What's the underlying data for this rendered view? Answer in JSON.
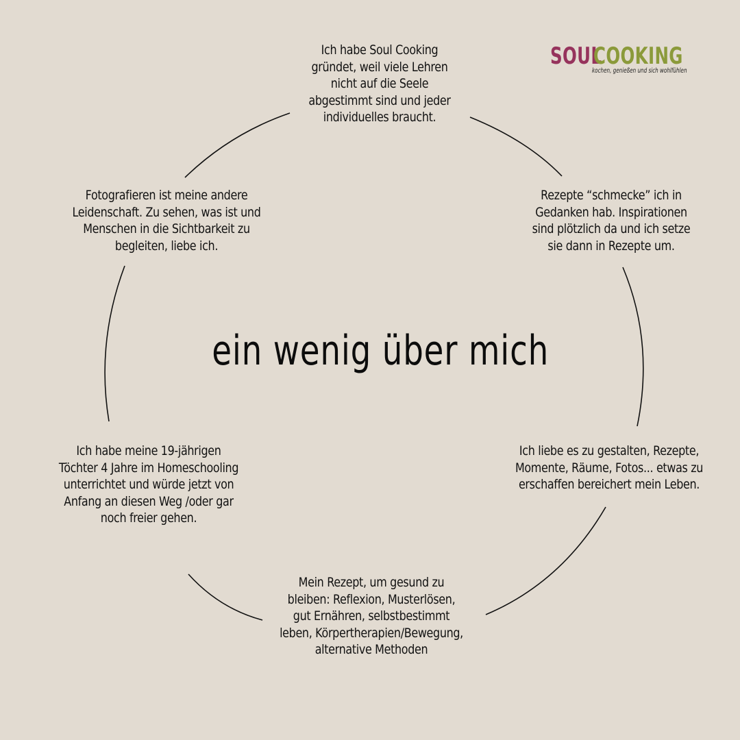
{
  "logo": {
    "word1": "SOUL",
    "word2": "COOKING",
    "tagline": "kochen, genießen und sich wohlfühlen",
    "colors": {
      "soul": "#96335c",
      "cooking": "#8b9a3a"
    }
  },
  "headline": "ein wenig über mich",
  "colors": {
    "background": "#e2dbd1",
    "text": "#111111",
    "ring": "#111111"
  },
  "blocks": [
    {
      "lines": [
        "Ich habe Soul Cooking",
        "gründet, weil viele Lehren",
        "nicht auf die Seele",
        "abgestimmt sind und jeder",
        "individuelles braucht."
      ]
    },
    {
      "lines": [
        "Rezepte “schmecke” ich in",
        "Gedanken hab. Inspirationen",
        "sind plötzlich da und ich setze",
        "sie dann in Rezepte um."
      ]
    },
    {
      "lines": [
        "Ich liebe es zu gestalten, Rezepte,",
        "Momente, Räume, Fotos... etwas zu",
        "erschaffen bereichert mein Leben."
      ]
    },
    {
      "lines": [
        "Mein Rezept, um gesund zu",
        "bleiben: Reflexion, Musterlösen,",
        "gut Ernähren, selbstbestimmt",
        "leben, Körpertherapien/Bewegung,",
        "alternative Methoden"
      ]
    },
    {
      "lines": [
        "Ich habe meine 19-jährigen",
        "Töchter 4 Jahre im Homeschooling",
        "unterrichtet und würde jetzt von",
        "Anfang an diesen Weg /oder gar",
        "noch freier gehen."
      ]
    },
    {
      "lines": [
        "Fotografieren ist meine andere",
        "Leidenschaft. Zu sehen, was ist und",
        "Menschen in die Sichtbarkeit zu",
        "begleiten, liebe ich."
      ]
    }
  ]
}
